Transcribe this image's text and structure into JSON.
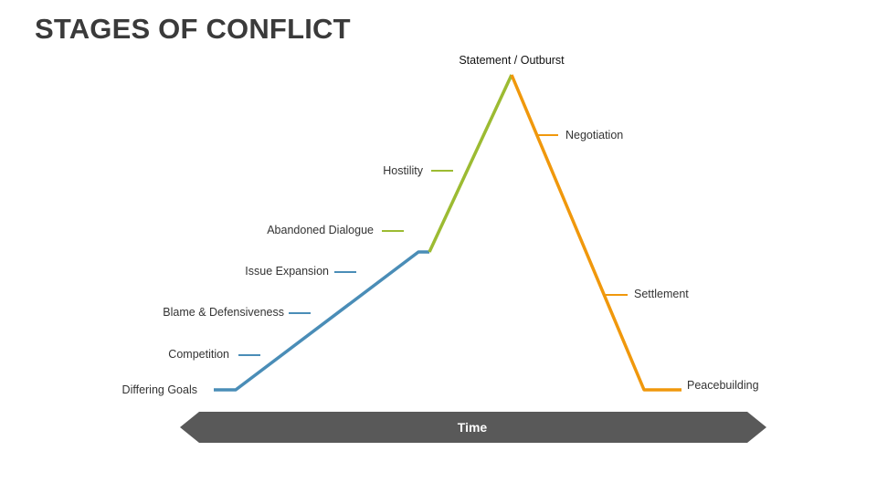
{
  "title": "STAGES OF CONFLICT",
  "timeline": {
    "label": "Time",
    "color": "#595959"
  },
  "colors": {
    "blue": "#4a8db7",
    "green": "#9cbb32",
    "orange": "#f0980c"
  },
  "stages": {
    "differing_goals": "Differing Goals",
    "competition": "Competition",
    "blame": "Blame & Defensiveness",
    "issue_expansion": "Issue Expansion",
    "abandoned_dialogue": "Abandoned Dialogue",
    "hostility": "Hostility",
    "statement": "Statement / Outburst",
    "negotiation": "Negotiation",
    "settlement": "Settlement",
    "peacebuilding": "Peacebuilding"
  }
}
